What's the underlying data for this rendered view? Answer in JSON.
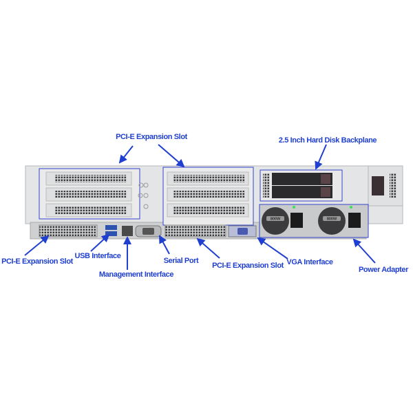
{
  "labels": {
    "pcie_top": "PCI-E Expansion Slot",
    "hdd_backplane": "2.5 Inch Hard Disk Backplane",
    "pcie_bottom_left": "PCI-E Expansion Slot",
    "usb": "USB Interface",
    "management": "Management Interface",
    "serial": "Serial Port",
    "pcie_bottom_middle": "PCI-E Expansion Slot",
    "vga": "VGA Interface",
    "power": "Power Adapter"
  },
  "psu_rating": "800W",
  "colors": {
    "annotation": "#1f3fd0",
    "chassis": "#d9dadb",
    "led": "#3ee05a"
  }
}
